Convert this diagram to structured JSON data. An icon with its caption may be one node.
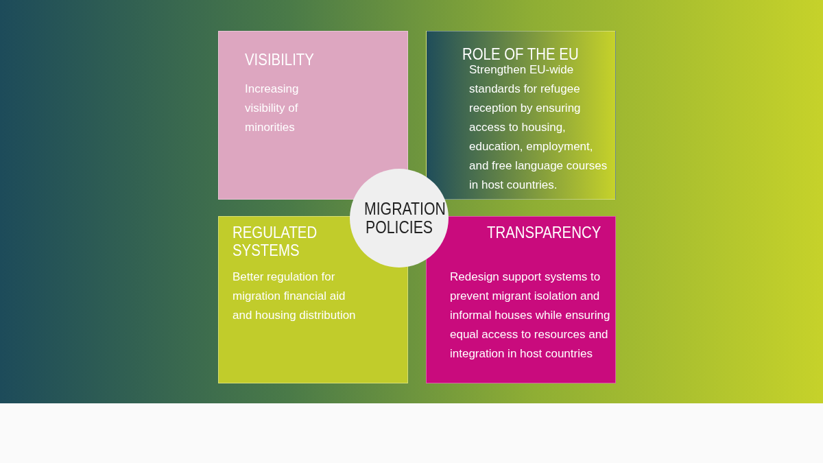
{
  "diagram": {
    "nodes": [
      {
        "text": [
          "VISIBILITY",
          "Increasing visibility of minorities"
        ]
      },
      {
        "text": [
          "ROLE OF THE EU",
          "Strengthen EU-wide standards for refugee reception by ensuring access to housing, education, employment, and free language courses in host countries."
        ]
      },
      {
        "text": [
          "REGULATED SYSTEMS",
          "Better regulation for migration financial aid and housing distribution"
        ]
      },
      {
        "text": [
          "TRANSPARENCY",
          "Redesign support systems to prevent migrant isolation and informal houses while ensuring equal access to resources and integration in host countries"
        ]
      },
      {
        "text": [
          "MIGRATION POLICIES"
        ]
      }
    ]
  }
}
